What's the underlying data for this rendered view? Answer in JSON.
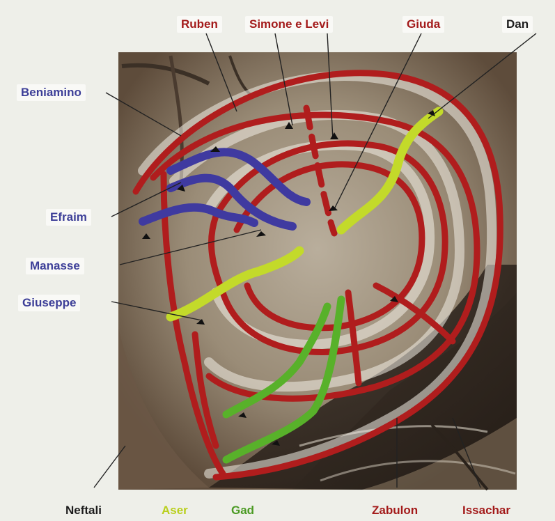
{
  "colors": {
    "red_tribe": "#a31a1a",
    "blue_tribe": "#3d3f98",
    "yellow_tribe": "#b9cf1d",
    "green_tribe": "#4a9a22",
    "black_tribe": "#1d1d1d",
    "red_path": "#b01d1d",
    "blue_path": "#3f3aa0",
    "yellow_path": "#c3da2a",
    "green_path": "#58b12a",
    "rock_light": "#a99d8b",
    "rock_dark": "#5a4a3a"
  },
  "labels": {
    "ruben": "Ruben",
    "simone_levi": "Simone e Levi",
    "giuda": "Giuda",
    "dan": "Dan",
    "beniamino": "Beniamino",
    "efraim": "Efraim",
    "manasse": "Manasse",
    "giuseppe": "Giuseppe",
    "neftali": "Neftali",
    "aser": "Aser",
    "gad": "Gad",
    "zabulon": "Zabulon",
    "issachar": "Issachar"
  }
}
